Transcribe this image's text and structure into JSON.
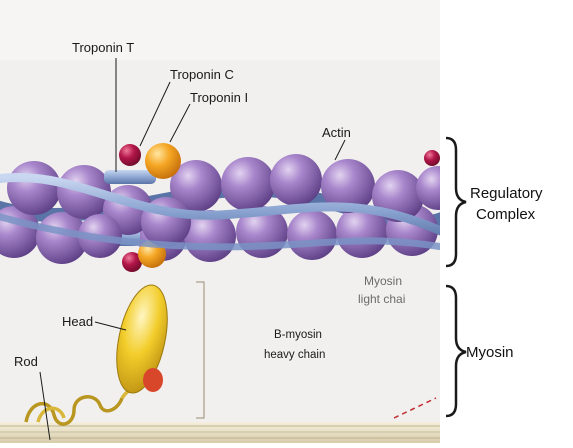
{
  "labels": {
    "troponin_t": "Troponin T",
    "troponin_c": "Troponin C",
    "troponin_i": "Troponin I",
    "actin": "Actin",
    "regulatory_line1": "Regulatory",
    "regulatory_line2": "Complex",
    "myosin_light_line1": "Myosin",
    "myosin_light_line2": "light chai",
    "head": "Head",
    "rod": "Rod",
    "heavy_line1": "B-myosin",
    "heavy_line2": "heavy chain",
    "myosin": "Myosin"
  },
  "colors": {
    "background": "#ffffff",
    "illustration_bg": "#f1f0ee",
    "actin_bead": "#8f6eb6",
    "actin_highlight": "#cbb5e2",
    "tropomyosin": "#8ea7d3",
    "troponin_t": "#b3164a",
    "troponin_c": "#f0a21a",
    "myosin_head": "#f2cd2a",
    "myosin_head_tip": "#d9472b",
    "filament_base": "#e9e2cf",
    "bracket": "#1a1a1a"
  }
}
